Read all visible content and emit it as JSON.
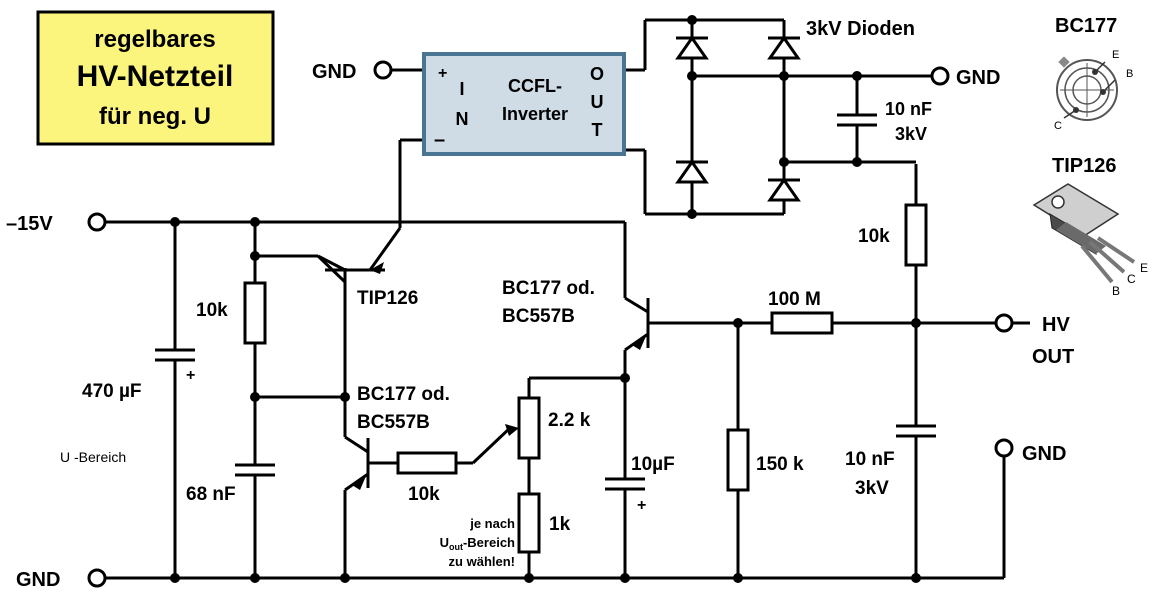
{
  "title": {
    "line1": "regelbares",
    "line2": "HV-Netzteil",
    "line3": "für neg. U"
  },
  "colors": {
    "title_bg": "#fbf57e",
    "inverter_bg": "#cfdce6",
    "inverter_border": "#4a7590"
  },
  "terminals": {
    "neg15v": "–15V",
    "gnd_in": "GND",
    "gnd_inverter": "GND",
    "gnd_top_right": "GND",
    "hv_out_1": "HV",
    "hv_out_2": "OUT",
    "gnd_right": "GND"
  },
  "inverter": {
    "line1": "CCFL-",
    "line2": "Inverter",
    "in_letters": [
      "I",
      "N"
    ],
    "out_letters": [
      "O",
      "U",
      "T"
    ],
    "plus": "+",
    "minus": "–"
  },
  "labels": {
    "diodes": "3kV Dioden",
    "c_top_1": "10 nF",
    "c_top_2": "3kV",
    "r_10k_right": "10k",
    "r_100m": "100 M",
    "r_150k": "150 k",
    "c_out_1": "10 nF",
    "c_out_2": "3kV",
    "c_470": "470 µF",
    "c_470_plus": "+",
    "u_bereich": "U  -Bereich",
    "r_10k_left": "10k",
    "c_68": "68 nF",
    "tip126": "TIP126",
    "bc177_mid_1": "BC177 od.",
    "bc177_mid_2": "BC557B",
    "bc177_top_1": "BC177 od.",
    "bc177_top_2": "BC557B",
    "r_10k_base": "10k",
    "pot_22k": "2.2 k",
    "r_1k": "1k",
    "c_10uf": "10µF",
    "c_10uf_plus": "+",
    "note_1": "je nach",
    "note_2_main": "U",
    "note_2_sub": "out",
    "note_2_rest": "-Bereich",
    "note_3": "zu wählen!"
  },
  "pinouts": {
    "bc177": {
      "title": "BC177",
      "pins": [
        "E",
        "B",
        "C"
      ]
    },
    "tip126": {
      "title": "TIP126",
      "pins": [
        "B",
        "C",
        "E"
      ]
    }
  }
}
